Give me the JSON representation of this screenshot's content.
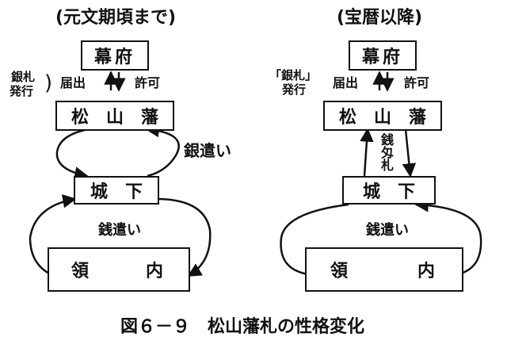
{
  "left": {
    "header": "(元文期頃まで)",
    "bakufu": "幕府",
    "han": "松　山　藩",
    "jokamachi": "城　下",
    "ryonai": "領",
    "ryonai2": "内",
    "ginsatsu_line1": "銀札",
    "ginsatsu_line2": "発行",
    "todokede": "届出",
    "kyoka": "許可",
    "gin_dukai": "銀遣い",
    "zeni_dukai": "銭遣い"
  },
  "right": {
    "header": "(宝暦以降)",
    "bakufu": "幕府",
    "han": "松　山　藩",
    "jokamachi": "城　下",
    "ryonai": "領",
    "ryonai2": "内",
    "ginsatsu_line1": "「銀札」",
    "ginsatsu_line2": "発行",
    "todokede": "届出",
    "kyoka": "許可",
    "zeni_ginsatsu": "銭匁札",
    "zeni_dukai": "銭遣い"
  },
  "caption": "図６－９　松山藩札の性格変化"
}
